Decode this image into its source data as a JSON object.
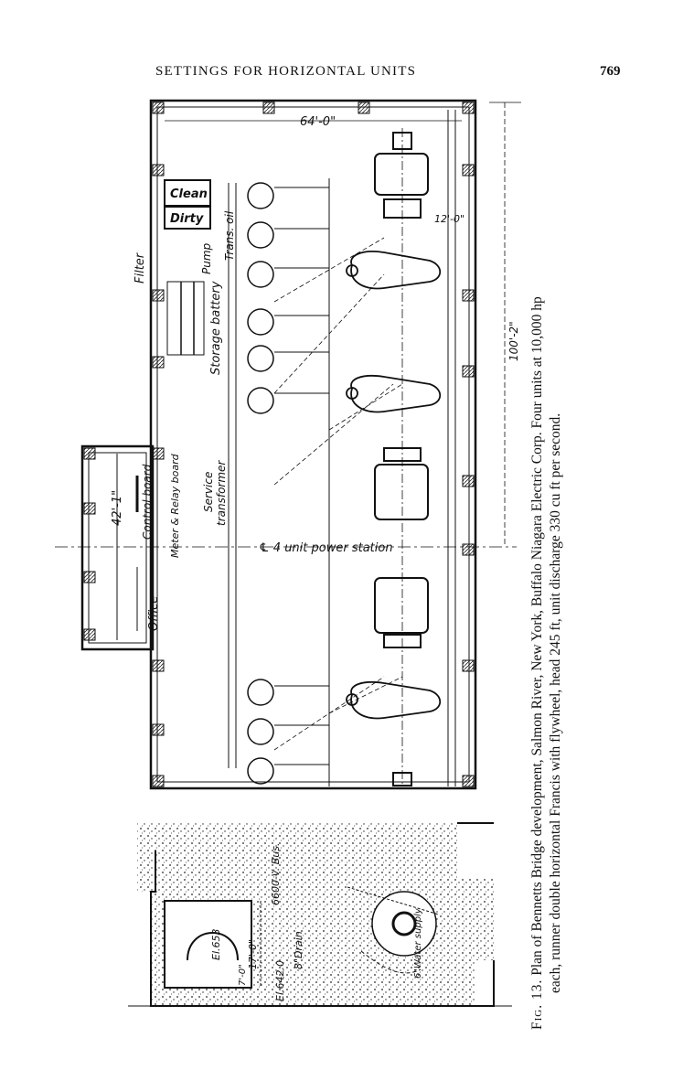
{
  "header": {
    "title": "SETTINGS FOR HORIZONTAL UNITS",
    "page_number": "769"
  },
  "plan": {
    "dim_width": "64'-0\"",
    "dim_length": "100'-2\"",
    "dim_office": "42'-1\"",
    "dim_unit": "12'-0\"",
    "label_clean": "Clean",
    "label_dirty": "Dirty",
    "label_trans_oil": "Trans. oil",
    "label_filter": "Filter",
    "label_pump": "Pump",
    "label_storage_battery": "Storage battery",
    "label_control_board": "Control board",
    "label_meter_relay": "Meter & Relay board",
    "label_service_transformer_1": "Service",
    "label_service_transformer_2": "transformer",
    "label_office": "Office",
    "label_centerline": "℄ 4 unit power station"
  },
  "section": {
    "label_bus": "6600-V. Bus.",
    "label_el1": "El.653",
    "label_el2": "El.642.0",
    "label_drain": "8\"Drain",
    "label_water_supply": "6\"Water supply",
    "label_dim_17": "17'-0\"",
    "label_dim_7": "7'-0\""
  },
  "caption": {
    "fig_label": "Fig. 13.",
    "line1": "Plan of Bennetts Bridge development, Salmon River, New York, Buffalo Niagara Electric Corp.  Four units at 10,000 hp",
    "line2": "each, runner double horizontal Francis with flywheel, head 245 ft, unit discharge 330 cu ft per second."
  }
}
